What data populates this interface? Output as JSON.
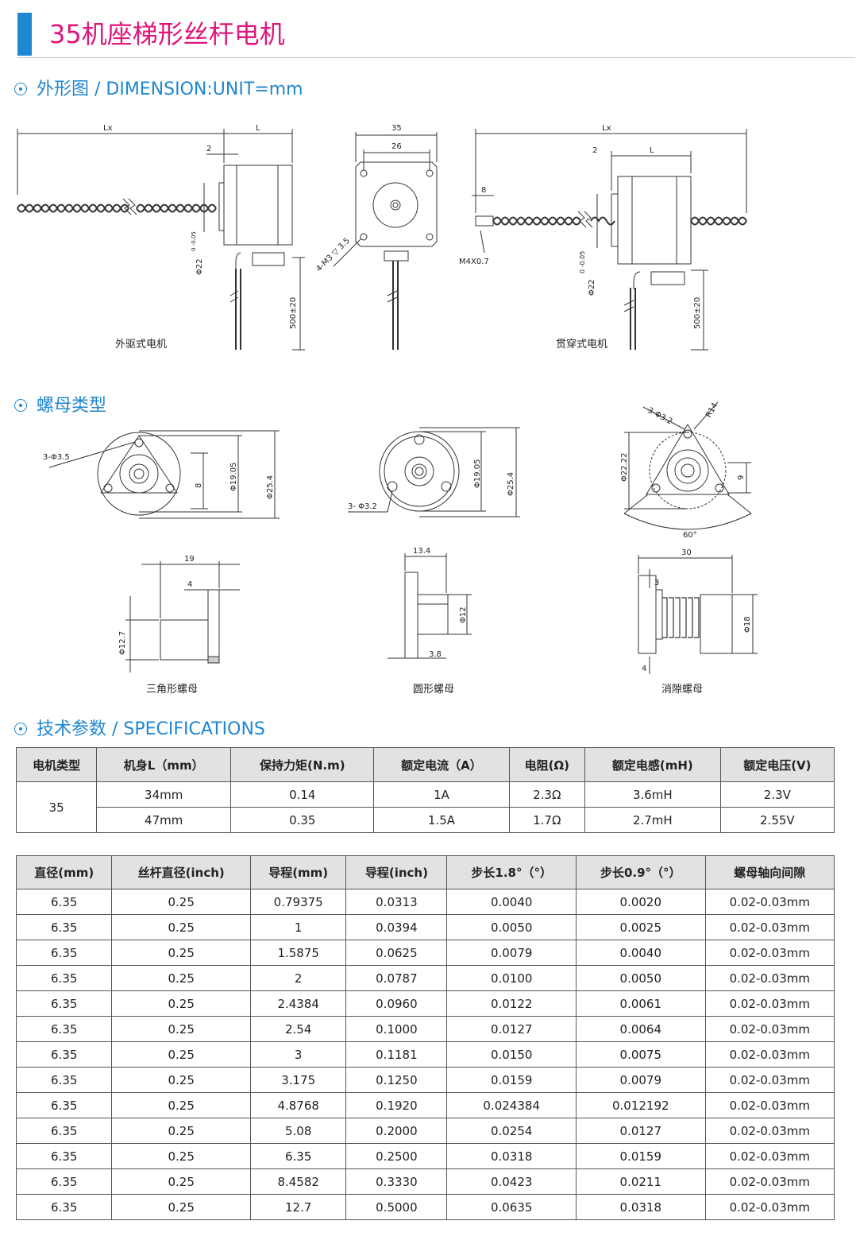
{
  "header": {
    "title": "35机座梯形丝杆电机",
    "accent_color": "#1f86d1",
    "title_color": "#e0157a"
  },
  "sections": {
    "dimension": "外形图 / DIMENSION:UNIT=mm",
    "nut_types": "螺母类型",
    "specs": "技术参数 / SPECIFICATIONS"
  },
  "drawings": {
    "external_caption": "外驱式电机",
    "through_caption": "贯穿式电机",
    "labels": {
      "lx": "Lx",
      "l": "L",
      "two": "2",
      "d35": "35",
      "d26": "26",
      "d8": "8",
      "m4": "M4X0.7",
      "phi22": "Φ22",
      "tol": "0 -0.05",
      "len500": "500±20",
      "m3": "4-M3 ▽ 3.5"
    },
    "nut_labels": {
      "tri_holes": "3-Φ3.5",
      "d1905": "Φ19.05",
      "d254": "Φ25.4",
      "d8": "8",
      "round_holes": "3- Φ3.2",
      "anti_holes": "3-Φ3.2",
      "r14": "R14",
      "d2222": "Φ22.22",
      "d9": "9",
      "a60": "60°",
      "d19": "19",
      "d4": "4",
      "d127": "Φ12.7",
      "d134": "13.4",
      "d12": "Φ12",
      "d38": "3.8",
      "d30": "30",
      "d3": "3",
      "d18": "Φ18"
    },
    "nut_captions": {
      "triangle": "三角形螺母",
      "round": "圆形螺母",
      "anti_backlash": "消隙螺母"
    }
  },
  "table1": {
    "headers": [
      "电机类型",
      "机身L（mm）",
      "保持力矩(N.m)",
      "额定电流（A）",
      "电阻(Ω)",
      "额定电感(mH)",
      "额定电压(V)"
    ],
    "motor_type": "35",
    "rows": [
      [
        "34mm",
        "0.14",
        "1A",
        "2.3Ω",
        "3.6mH",
        "2.3V"
      ],
      [
        "47mm",
        "0.35",
        "1.5A",
        "1.7Ω",
        "2.7mH",
        "2.55V"
      ]
    ]
  },
  "table2": {
    "headers": [
      "直径(mm)",
      "丝杆直径(inch)",
      "导程(mm)",
      "导程(inch)",
      "步长1.8°（°）",
      "步长0.9°（°）",
      "螺母轴向间隙"
    ],
    "rows": [
      [
        "6.35",
        "0.25",
        "0.79375",
        "0.0313",
        "0.0040",
        "0.0020",
        "0.02-0.03mm"
      ],
      [
        "6.35",
        "0.25",
        "1",
        "0.0394",
        "0.0050",
        "0.0025",
        "0.02-0.03mm"
      ],
      [
        "6.35",
        "0.25",
        "1.5875",
        "0.0625",
        "0.0079",
        "0.0040",
        "0.02-0.03mm"
      ],
      [
        "6.35",
        "0.25",
        "2",
        "0.0787",
        "0.0100",
        "0.0050",
        "0.02-0.03mm"
      ],
      [
        "6.35",
        "0.25",
        "2.4384",
        "0.0960",
        "0.0122",
        "0.0061",
        "0.02-0.03mm"
      ],
      [
        "6.35",
        "0.25",
        "2.54",
        "0.1000",
        "0.0127",
        "0.0064",
        "0.02-0.03mm"
      ],
      [
        "6.35",
        "0.25",
        "3",
        "0.1181",
        "0.0150",
        "0.0075",
        "0.02-0.03mm"
      ],
      [
        "6.35",
        "0.25",
        "3.175",
        "0.1250",
        "0.0159",
        "0.0079",
        "0.02-0.03mm"
      ],
      [
        "6.35",
        "0.25",
        "4.8768",
        "0.1920",
        "0.024384",
        "0.012192",
        "0.02-0.03mm"
      ],
      [
        "6.35",
        "0.25",
        "5.08",
        "0.2000",
        "0.0254",
        "0.0127",
        "0.02-0.03mm"
      ],
      [
        "6.35",
        "0.25",
        "6.35",
        "0.2500",
        "0.0318",
        "0.0159",
        "0.02-0.03mm"
      ],
      [
        "6.35",
        "0.25",
        "8.4582",
        "0.3330",
        "0.0423",
        "0.0211",
        "0.02-0.03mm"
      ],
      [
        "6.35",
        "0.25",
        "12.7",
        "0.5000",
        "0.0635",
        "0.0318",
        "0.02-0.03mm"
      ]
    ]
  }
}
